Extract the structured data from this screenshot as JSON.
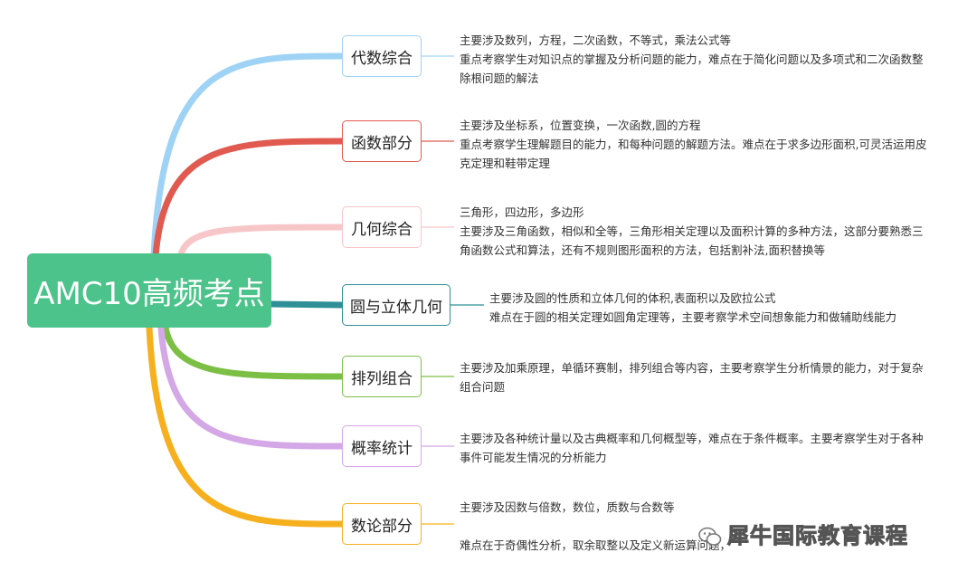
{
  "root": {
    "label": "AMC10高频考点"
  },
  "colors": {
    "root": "#4cc38a",
    "algebra": "#9fd3f5",
    "function": "#e05a50",
    "geometry": "#f7c6c8",
    "circle": "#2f8f97",
    "combinatorics": "#7cbf45",
    "probability": "#d4a7e6",
    "numbertheory": "#f6b01e"
  },
  "topics": [
    {
      "key": "algebra",
      "label": "代数综合",
      "lines": [
        "主要涉及数列，方程，二次函数，不等式，乘法公式等",
        "重点考察学生对知识点的掌握及分析问题的能力，难点在于简化问题以及多项式和二次函数整",
        "除根问题的解法"
      ]
    },
    {
      "key": "function",
      "label": "函数部分",
      "lines": [
        "主要涉及坐标系，位置变换，一次函数,圆的方程",
        " 重点考察学生理解题目的能力，和每种问题的解题方法。难点在于求多边形面积,可灵活运用皮",
        "克定理和鞋带定理"
      ]
    },
    {
      "key": "geometry",
      "label": "几何综合",
      "lines": [
        "三角形，四边形，多边形",
        "主要涉及三角函数，相似和全等，三角形相关定理以及面积计算的多种方法，这部分要熟悉三",
        "角函数公式和算法，还有不规则图形面积的方法，包括割补法,面积替换等"
      ]
    },
    {
      "key": "circle",
      "label": "圆与立体几何",
      "lines": [
        "主要涉及圆的性质和立体几何的体积,表面积以及欧拉公式",
        "难点在于圆的相关定理如圆角定理等，主要考察学术空间想象能力和做辅助线能力"
      ]
    },
    {
      "key": "combinatorics",
      "label": "排列组合",
      "lines": [
        "主要涉及加乘原理，单循环赛制，排列组合等内容，主要考察学生分析情景的能力，对于复杂",
        "组合问题"
      ]
    },
    {
      "key": "probability",
      "label": "概率统计",
      "lines": [
        "主要涉及各种统计量以及古典概率和几何概型等，难点在于条件概率。主要考察学生对于各种",
        "事件可能发生情况的分析能力"
      ]
    },
    {
      "key": "numbertheory",
      "label": "数论部分",
      "lines": [
        "主要涉及因数与倍数，数位，质数与合数等",
        "",
        "难点在于奇偶性分析，取余取整以及定义新运算问题，"
      ]
    }
  ],
  "watermark": {
    "text": "犀牛国际教育课程",
    "icon": "wechat-icon"
  }
}
